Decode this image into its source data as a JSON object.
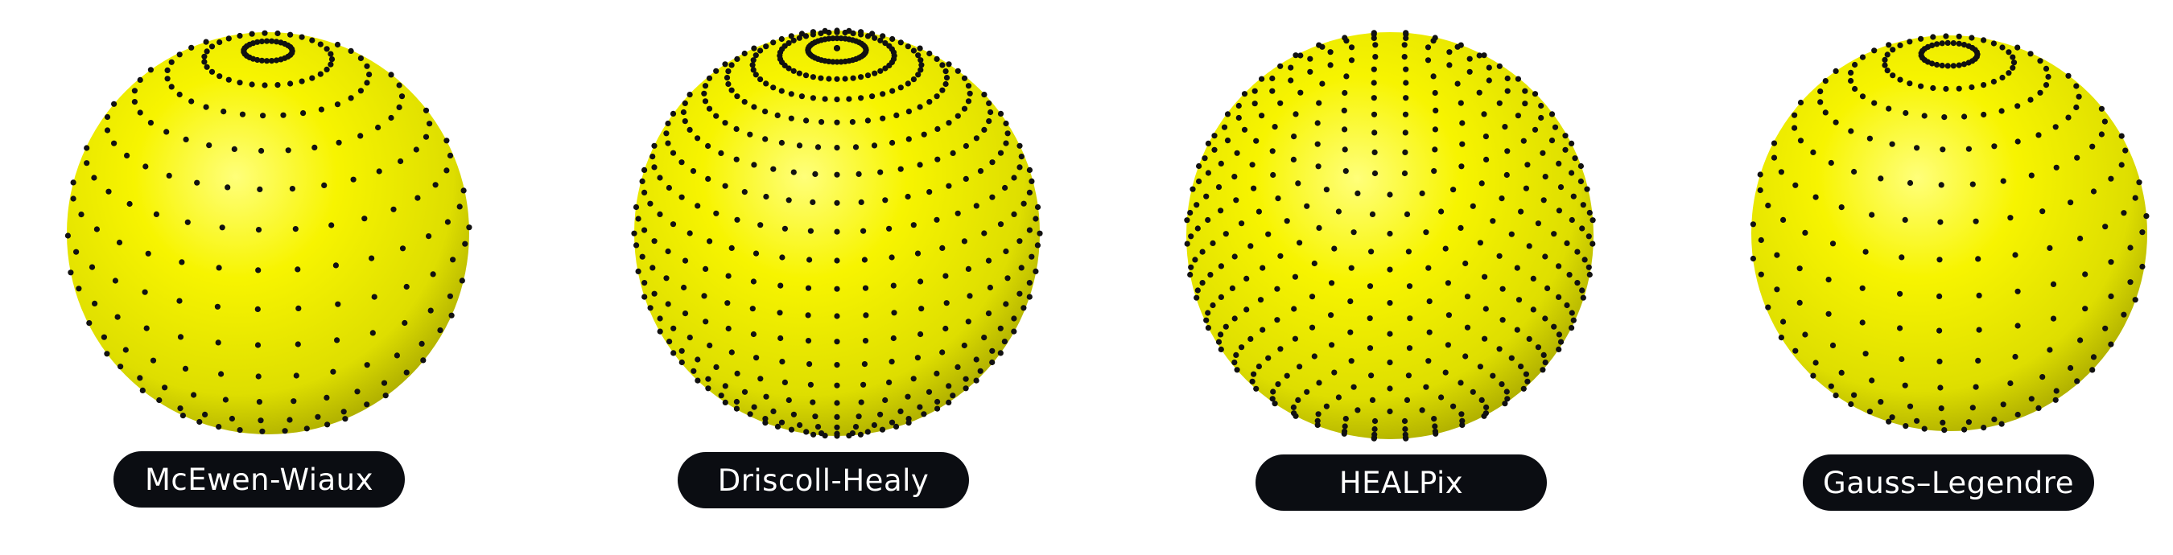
{
  "colors": {
    "sphere_light": "#ffff66",
    "sphere_mid": "#f2f000",
    "sphere_dark": "#8a8a00",
    "sample_dot": "#111111",
    "label_background": "#0b0d12",
    "label_text": "#ffffff"
  },
  "spheres": [
    {
      "label": "McEwen-Wiaux",
      "sampling": "equiangular-rings"
    },
    {
      "label": "Driscoll-Healy",
      "sampling": "equiangular-rings-dense"
    },
    {
      "label": "HEALPix",
      "sampling": "equal-area-diamond"
    },
    {
      "label": "Gauss–Legendre",
      "sampling": "gauss-legendre-rings"
    }
  ]
}
